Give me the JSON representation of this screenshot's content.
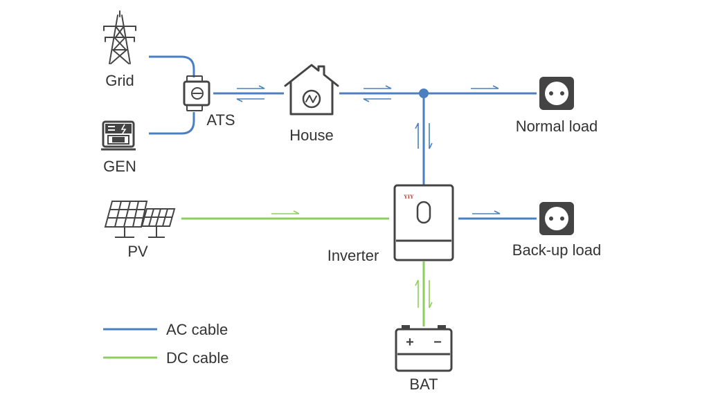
{
  "labels": {
    "grid": "Grid",
    "gen": "GEN",
    "ats": "ATS",
    "house": "House",
    "normal_load": "Normal load",
    "pv": "PV",
    "inverter": "Inverter",
    "backup_load": "Back-up load",
    "bat": "BAT",
    "inverter_brand": "YIY",
    "bat_plus": "+",
    "bat_minus": "−"
  },
  "legend": [
    {
      "label": "AC cable",
      "color": "#4a7fc1"
    },
    {
      "label": "DC cable",
      "color": "#8ccf5c"
    }
  ],
  "colors": {
    "ac": "#4a7fc1",
    "dc": "#8ccf5c",
    "icon": "#444444",
    "text": "#333333"
  }
}
